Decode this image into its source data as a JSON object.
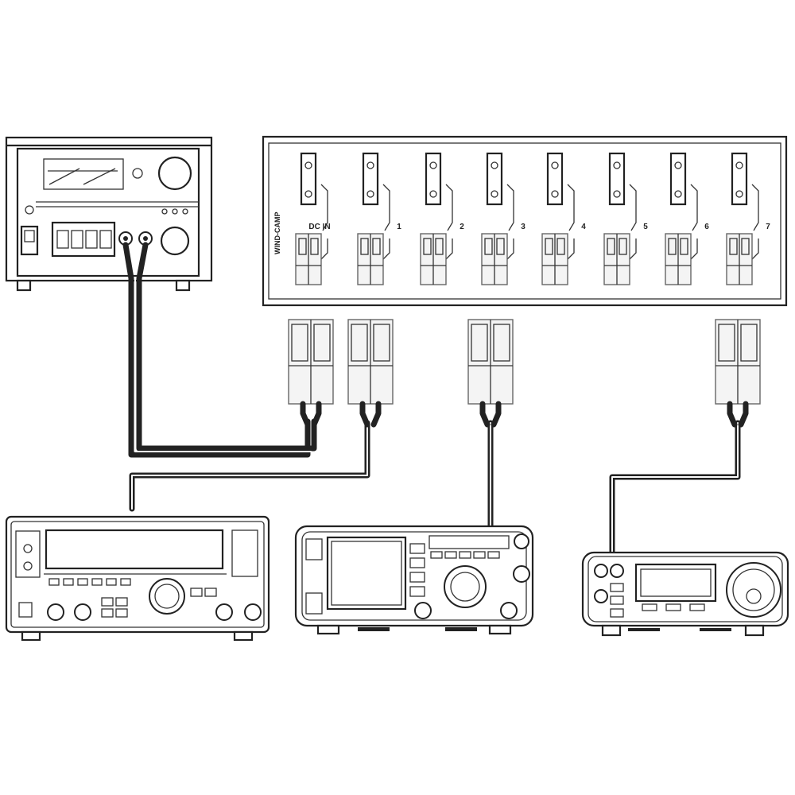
{
  "distributor": {
    "brand": "WIND-CAMP",
    "input_label": "DC IN",
    "output_labels": [
      "1",
      "2",
      "3",
      "4",
      "5",
      "6",
      "7"
    ]
  },
  "colors": {
    "line": "#222222",
    "background": "#ffffff",
    "connector_outline": "#666666"
  },
  "icons": [
    "power-supply",
    "powerpole-distributor",
    "powerpole-connector",
    "hf-transceiver",
    "touchscreen-transceiver",
    "compact-transceiver",
    "dc-cable"
  ]
}
